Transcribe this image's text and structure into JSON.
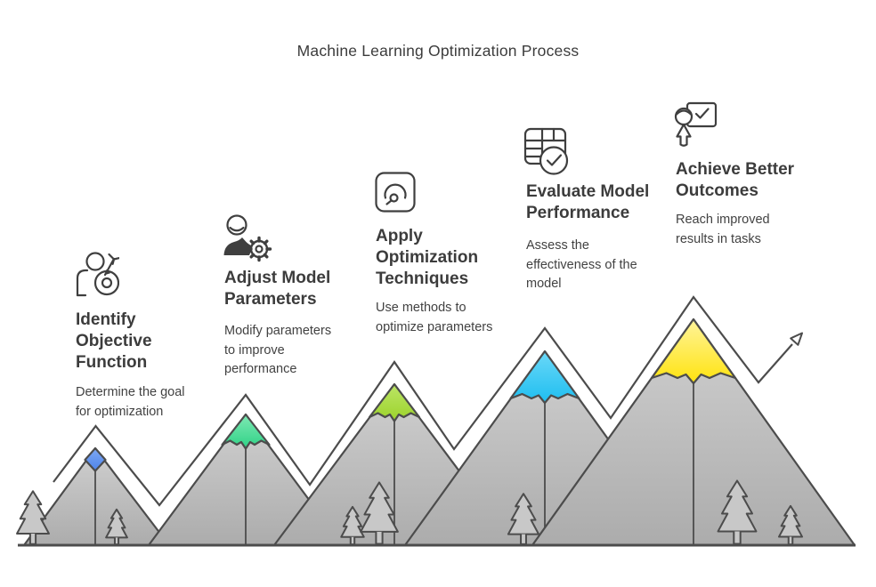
{
  "main_title": "Machine Learning Optimization Process",
  "steps": [
    {
      "icon": "person-target-icon",
      "title": "Identify\nObjective\nFunction",
      "description": "Determine the goal\nfor optimization",
      "peak_color": "#4D83EA",
      "peak_color_light": "#7FA9F3"
    },
    {
      "icon": "person-gear-icon",
      "title": "Adjust Model\nParameters",
      "description": "Modify parameters\nto improve\nperformance",
      "peak_color": "#2ED286",
      "peak_color_light": "#7FE9B4"
    },
    {
      "icon": "gauge-icon",
      "title": "Apply\nOptimization\nTechniques",
      "description": "Use methods to\noptimize parameters",
      "peak_color": "#9CD32B",
      "peak_color_light": "#BCE566"
    },
    {
      "icon": "table-check-icon",
      "title": "Evaluate Model\nPerformance",
      "description": "Assess the\neffectiveness of the\nmodel",
      "peak_color": "#1EBEF0",
      "peak_color_light": "#6BD8F8"
    },
    {
      "icon": "presenter-check-icon",
      "title": "Achieve Better\nOutcomes",
      "description": "Reach improved\nresults in tasks",
      "peak_color": "#FFE30E",
      "peak_color_light": "#FFF49B"
    }
  ],
  "scene": {
    "rock_top": "#D0D0D0",
    "rock_bottom": "#ACACAC",
    "tree_fill": "#C8C8C8",
    "outline_color": "#4C4C4C",
    "title_text_color": "#3C3C3C",
    "body_text_color": "#424242"
  }
}
